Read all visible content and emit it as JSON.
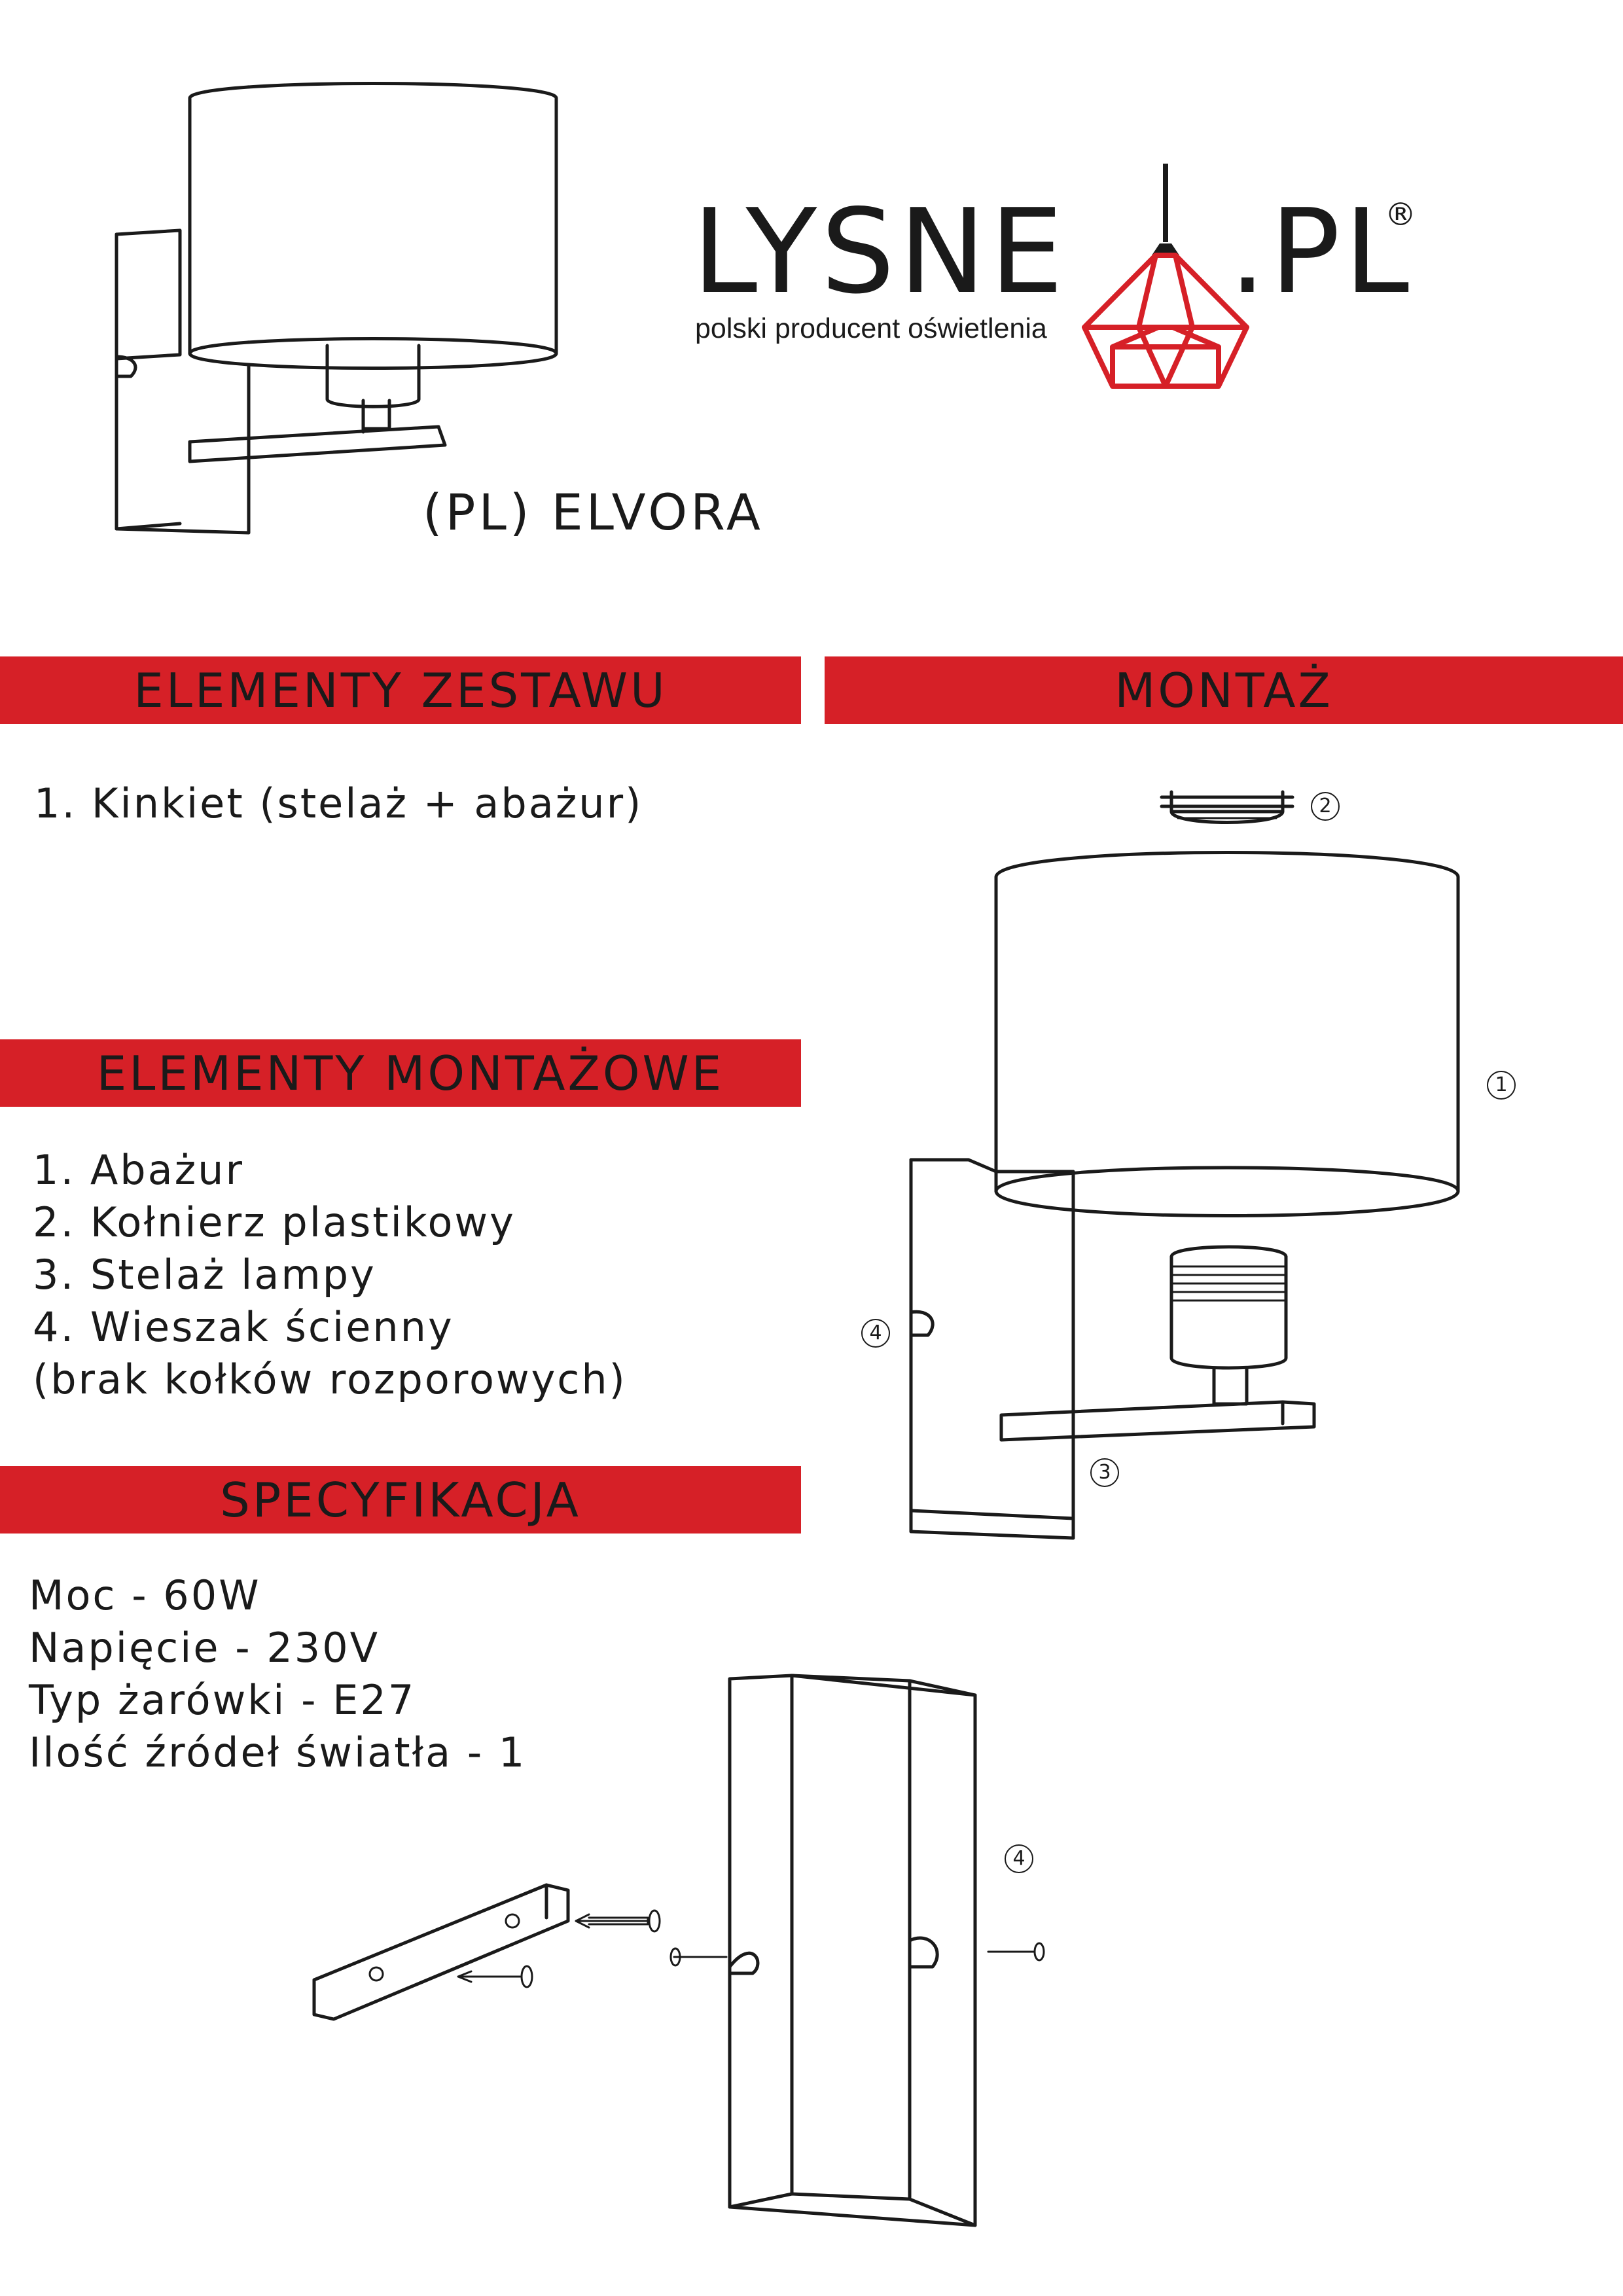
{
  "brand": {
    "name_left": "LYSNE",
    "name_right": ".PL",
    "registered_mark": "®",
    "tagline": "polski producent oświetlenia",
    "accent_color": "#d62027"
  },
  "product": {
    "title": "(PL) ELVORA"
  },
  "sections": {
    "kit": {
      "heading": "ELEMENTY ZESTAWU",
      "items": [
        "1. Kinkiet (stelaż + abażur)"
      ]
    },
    "mounting_parts": {
      "heading": "ELEMENTY MONTAŻOWE",
      "items": [
        "1. Abażur",
        "2. Kołnierz plastikowy",
        "3. Stelaż lampy",
        "4. Wieszak ścienny",
        "(brak kołków rozporowych)"
      ]
    },
    "spec": {
      "heading": "SPECYFIKACJA",
      "items": [
        "Moc - 60W",
        "Napięcie - 230V",
        "Typ żarówki - E27",
        "Ilość źródeł światła - 1"
      ]
    },
    "assembly": {
      "heading": "MONTAŻ"
    }
  },
  "callouts": {
    "c1": "1",
    "c2": "2",
    "c3": "3",
    "c4": "4"
  }
}
